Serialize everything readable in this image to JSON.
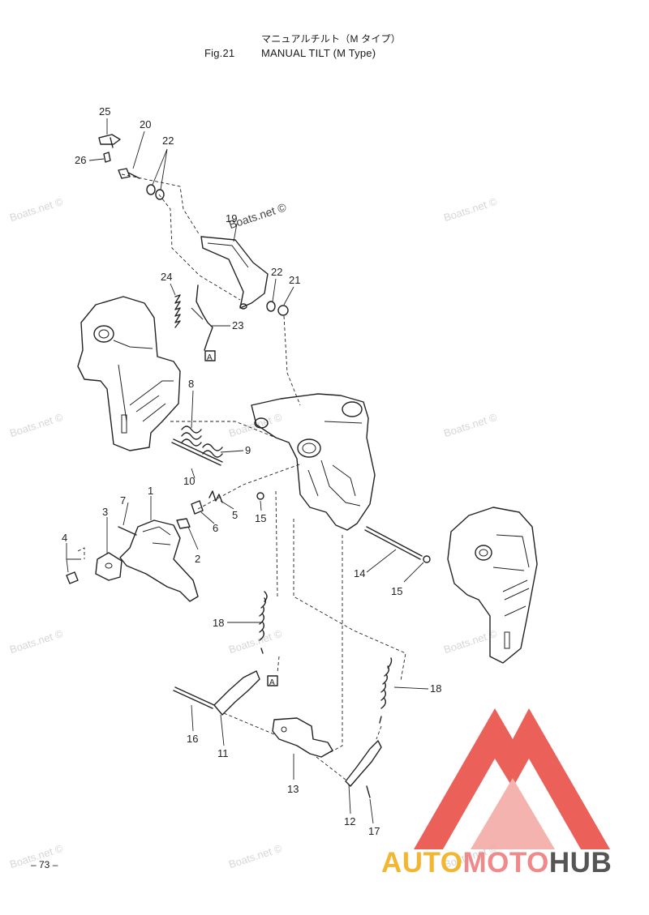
{
  "header": {
    "japanese_title": "マニュアルチルト（M タイプ）",
    "fig_label": "Fig.21",
    "title": "MANUAL TILT (M Type)"
  },
  "page_number": "– 73 –",
  "watermark": "Boats.net ©",
  "watermark_center": "Boats.net ©",
  "callouts": {
    "c25": "25",
    "c20": "20",
    "c22a": "22",
    "c26": "26",
    "c19": "19",
    "c22b": "22",
    "c21": "21",
    "c24": "24",
    "c23": "23",
    "cA1": "A",
    "c8": "8",
    "c9": "9",
    "c10": "10",
    "c7": "7",
    "c1": "1",
    "c3": "3",
    "c5": "5",
    "c6": "6",
    "c15a": "15",
    "c4": "4",
    "c2": "2",
    "c14": "14",
    "c15b": "15",
    "c18a": "18",
    "c18b": "18",
    "cA2": "A",
    "c16": "16",
    "c11": "11",
    "c13": "13",
    "c12": "12",
    "c17": "17"
  },
  "brand": {
    "auto": "AUTO",
    "moto": "MOTO",
    "hub": "HUB"
  },
  "colors": {
    "line": "#222222",
    "logo_red": "#e8453c",
    "logo_pink": "#f3a6a0",
    "brand_yellow": "#f2b632"
  }
}
